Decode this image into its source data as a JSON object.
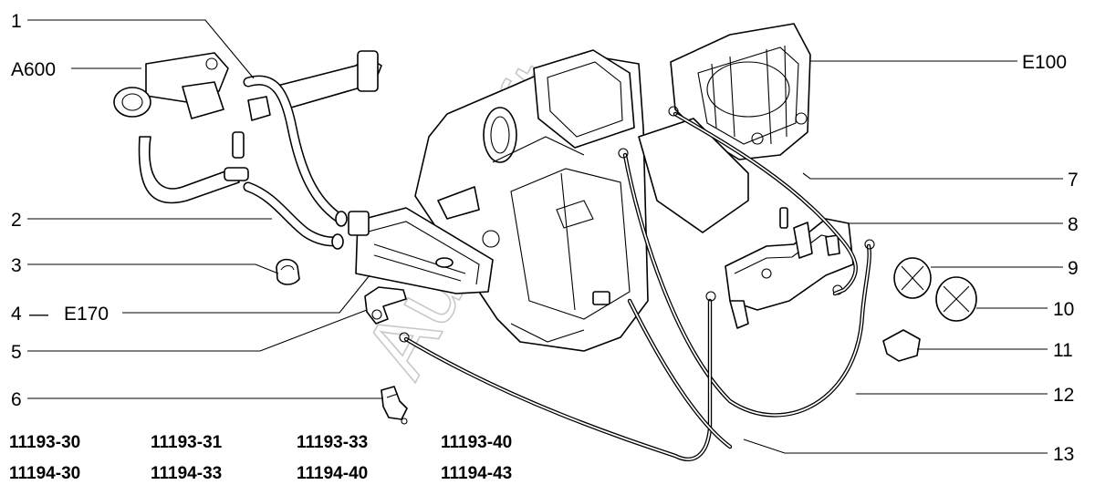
{
  "watermark": "AutoSoft",
  "callouts": {
    "c1": "1",
    "cA600": "A600",
    "c2": "2",
    "c3": "3",
    "c4": "4",
    "c4dash": "—",
    "cE170": "E170",
    "c5": "5",
    "c6": "6",
    "cE100": "E100",
    "c7": "7",
    "c8": "8",
    "c9": "9",
    "c10": "10",
    "c11": "11",
    "c12": "12",
    "c13": "13"
  },
  "model_codes": {
    "row1": [
      "11193-30",
      "11193-31",
      "11193-33",
      "11193-40"
    ],
    "row2": [
      "11194-30",
      "11194-33",
      "11194-40",
      "11194-43"
    ]
  }
}
